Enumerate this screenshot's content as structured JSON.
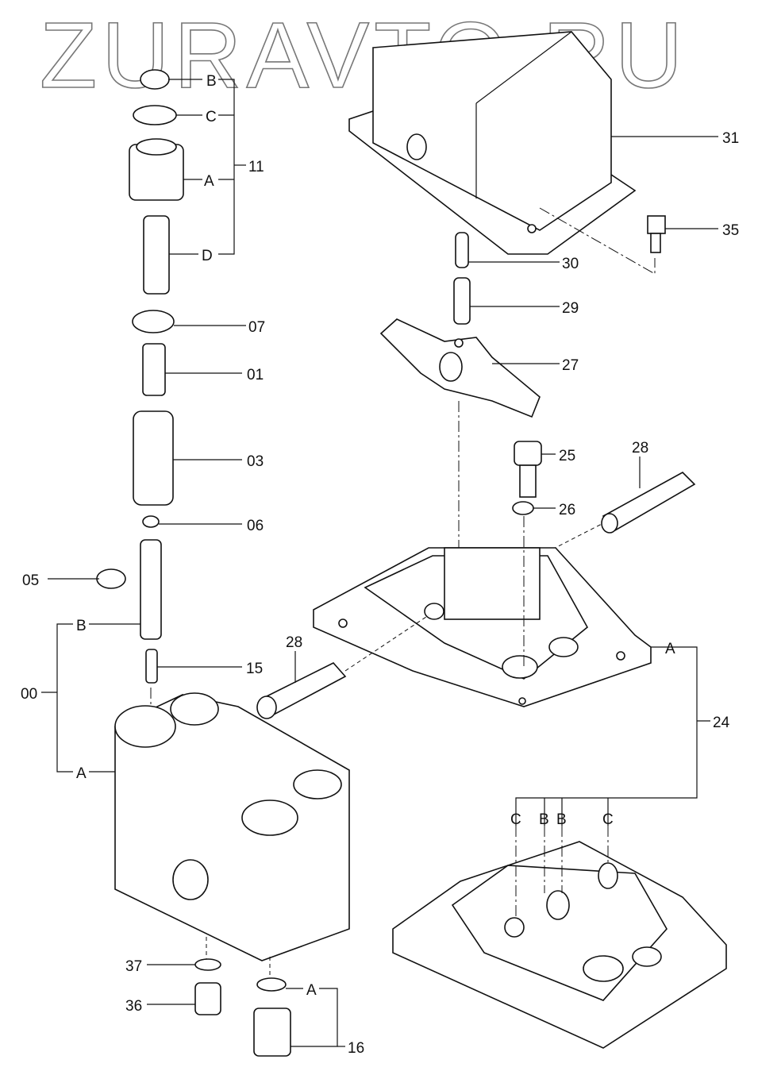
{
  "watermark": "ZURAVTO.RU",
  "labels": {
    "l11_B": "B",
    "l11_C": "C",
    "l11_A": "A",
    "l11_D": "D",
    "l11": "11",
    "l07": "07",
    "l01": "01",
    "l03": "03",
    "l06": "06",
    "l05": "05",
    "l00_B": "B",
    "l15": "15",
    "l00": "00",
    "l00_A": "A",
    "l37": "37",
    "l36": "36",
    "l16_A": "A",
    "l16": "16",
    "l31": "31",
    "l35": "35",
    "l30": "30",
    "l29": "29",
    "l27": "27",
    "l25": "25",
    "l26": "26",
    "l28a": "28",
    "l28b": "28",
    "l24_A": "A",
    "l24": "24",
    "l24_C1": "C",
    "l24_B1": "B",
    "l24_B2": "B",
    "l24_C2": "C"
  }
}
